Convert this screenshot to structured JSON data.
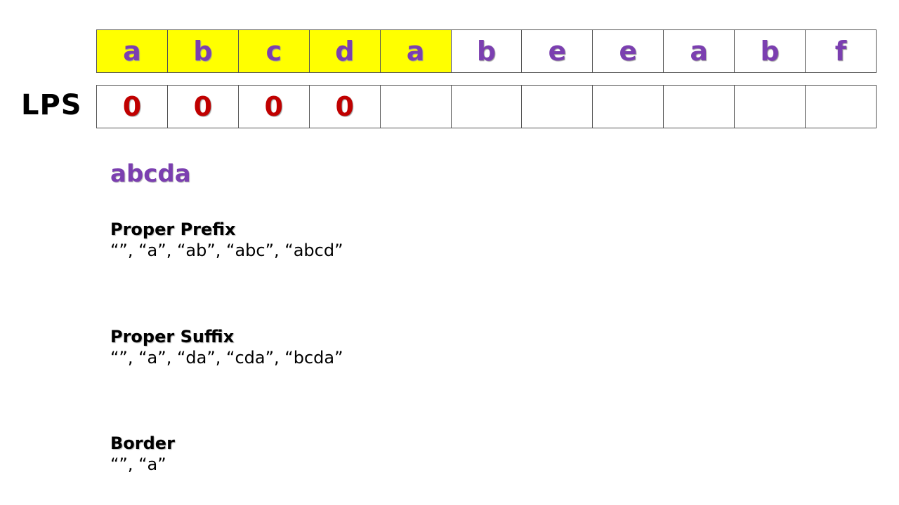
{
  "table": {
    "chars": [
      "a",
      "b",
      "c",
      "d",
      "a",
      "b",
      "e",
      "e",
      "a",
      "b",
      "f"
    ],
    "highlight_count": 5,
    "highlight_color": "#ffff00",
    "lps_label": "LPS",
    "lps": [
      "0",
      "0",
      "0",
      "0",
      "",
      "",
      "",
      "",
      "",
      "",
      ""
    ]
  },
  "current_string": "abcda",
  "sections": {
    "prefix": {
      "heading": "Proper Prefix",
      "values": "“”, “a”, “ab”, “abc”, “abcd”"
    },
    "suffix": {
      "heading": "Proper Suffix",
      "values": "“”, “a”, “da”, “cda”, “bcda”"
    },
    "border": {
      "heading": "Border",
      "values": "“”, “a”"
    }
  },
  "colors": {
    "char_text": "#7b3fb0",
    "lps_value": "#c00000"
  }
}
